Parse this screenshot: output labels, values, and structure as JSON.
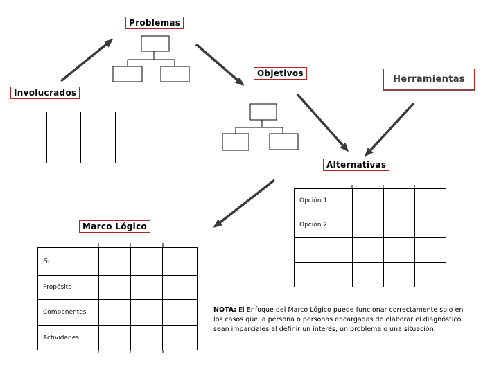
{
  "labels": {
    "problemas": "Problemas",
    "involucrados": "Involucrados",
    "objetivos": "Objetivos",
    "herramientas": "Herramientas",
    "alternativas": "Alternativas",
    "marco_logico": "Marco Lógico"
  },
  "alternativas_table": {
    "row_labels": [
      "Opción 1",
      "Opción 2",
      "",
      ""
    ],
    "rows": 4,
    "cols": 4
  },
  "marco_table": {
    "row_labels": [
      "Fin",
      "Propósito",
      "Componentes",
      "Actividades"
    ],
    "rows": 4,
    "cols": 4
  },
  "involucrados_table": {
    "rows": 2,
    "cols": 3
  },
  "note": {
    "label": "NOTA:",
    "line1": " El Enfoque del Marco Lógico puede funcionar correctamente solo en",
    "line2": "los casos que la persona o personas encargadas de elaborar el diagnóstico,",
    "line3": "sean imparciales al definir un interés, un problema o una situación."
  },
  "colors": {
    "label_border": "#b22222",
    "arrow": "#3a3a3a",
    "diagram_line": "#000000",
    "herramientas_text": "#3a3a3a"
  }
}
